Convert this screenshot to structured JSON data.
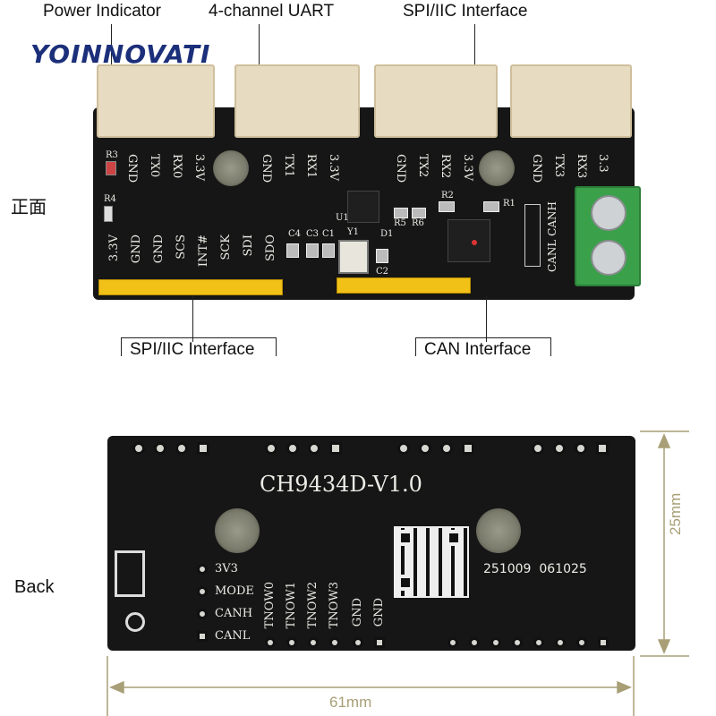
{
  "callouts": {
    "power_indicator": "Power Indicator",
    "uart": "4-channel UART",
    "spi_iic_top": "SPI/IIC Interface",
    "spi_iic_bottom": "SPI/IIC Interface",
    "can": "CAN Interface"
  },
  "logo": "YOINNOVATI",
  "side_labels": {
    "front": "正面",
    "back": "Back"
  },
  "front_board": {
    "uart_pins": [
      [
        "GND",
        "TX0",
        "RX0",
        "3.3V"
      ],
      [
        "GND",
        "TX1",
        "RX1",
        "3.3V"
      ],
      [
        "GND",
        "TX2",
        "RX2",
        "3.3V"
      ],
      [
        "GND",
        "TX3",
        "RX3",
        "3.3"
      ]
    ],
    "header_pins": [
      "3.3V",
      "GND",
      "GND",
      "SCS",
      "INT#",
      "SCK",
      "SDI",
      "SDO"
    ],
    "can_terminal": "CANL CANH",
    "component_labels": [
      "C4",
      "C3",
      "C1",
      "C2",
      "Y1",
      "U1",
      "D1",
      "R2",
      "R5",
      "R6",
      "R1",
      "R3",
      "R4"
    ]
  },
  "back_board": {
    "title": "CH9434D-V1.0",
    "serial": "251009  061025",
    "side_pins": [
      "3V3",
      "MODE",
      "CANH",
      "CANL"
    ],
    "tnow_labels": [
      "TNOW0",
      "TNOW1",
      "TNOW2",
      "TNOW3",
      "GND",
      "GND"
    ]
  },
  "dimensions": {
    "width": "61mm",
    "height": "25mm"
  },
  "colors": {
    "pcb": "#161616",
    "connector": "#e7dcc2",
    "header_pins": "#f2c118",
    "terminal_block": "#3aa04a",
    "logo": "#1c2f7a",
    "dimension": "#a89f76"
  }
}
